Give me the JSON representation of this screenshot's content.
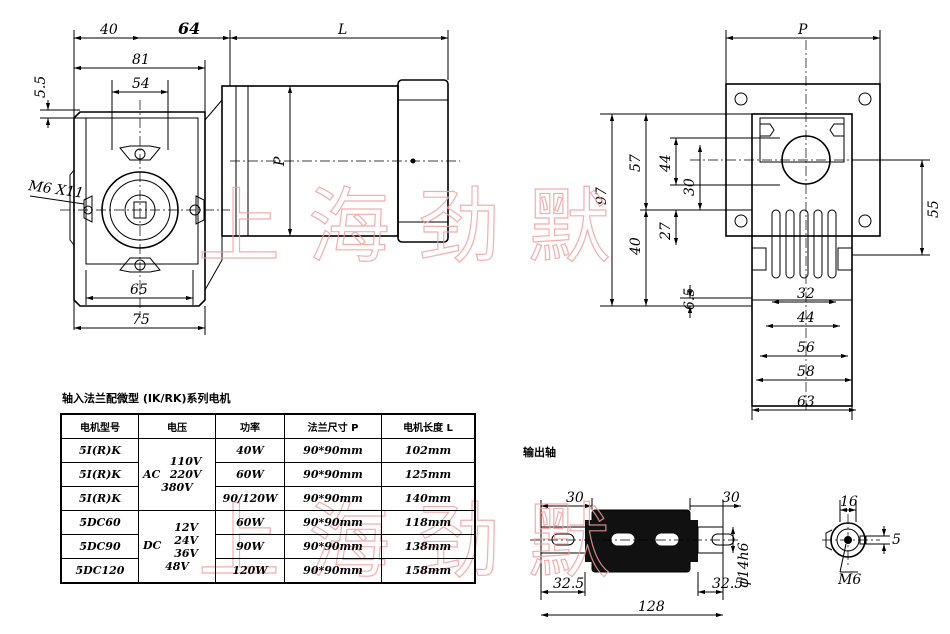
{
  "front_view": {
    "dim_40": "40",
    "dim_64": "64",
    "dim_L": "L",
    "dim_81": "81",
    "dim_54": "54",
    "dim_5_5": "5.5",
    "dim_P": "P",
    "thread_label": "M6 X11",
    "dim_65": "65",
    "dim_75": "75"
  },
  "side_view": {
    "dim_P": "P",
    "dim_97": "97",
    "dim_57": "57",
    "dim_44v": "44",
    "dim_30": "30",
    "dim_27": "27",
    "dim_40": "40",
    "dim_6_5": "6.5",
    "dim_55": "55",
    "dim_32": "32",
    "dim_44h": "44",
    "dim_56": "56",
    "dim_58": "58",
    "dim_63": "63"
  },
  "shaft_view": {
    "title": "输出轴",
    "dim_30_left": "30",
    "dim_30_right": "30",
    "dim_32_5_left": "32.5",
    "dim_32_5_right": "32.5",
    "dim_128": "128",
    "dim_16": "16",
    "dim_5": "5",
    "dim_phi": "φ14h6",
    "thread_label": "M6"
  },
  "watermark": {
    "text_top": "上海劲默",
    "text_bottom": "上海劲默"
  },
  "spec_table": {
    "title": "轴入法兰配微型 (IK/RK)系列电机",
    "headers": {
      "model": "电机型号",
      "voltage": "电压",
      "power": "功率",
      "flange": "法兰尺寸 P",
      "length": "电机长度 L"
    },
    "ac_rows": [
      {
        "model": "5I(R)K",
        "power": "40W",
        "flange": "90*90mm",
        "length": "102mm"
      },
      {
        "model": "5I(R)K",
        "power": "60W",
        "flange": "90*90mm",
        "length": "125mm"
      },
      {
        "model": "5I(R)K",
        "power": "90/120W",
        "flange": "90*90mm",
        "length": "140mm"
      }
    ],
    "ac_voltage": {
      "prefix": "AC",
      "v1": "110V",
      "v2": "220V",
      "v3": "380V"
    },
    "dc_rows": [
      {
        "model": "5DC60",
        "power": "60W",
        "flange": "90*90mm",
        "length": "118mm"
      },
      {
        "model": "5DC90",
        "power": "90W",
        "flange": "90*90mm",
        "length": "138mm"
      },
      {
        "model": "5DC120",
        "power": "120W",
        "flange": "90*90mm",
        "length": "158mm"
      }
    ],
    "dc_voltage": {
      "prefix": "DC",
      "v1": "12V",
      "v2": "24V",
      "v3": "36V",
      "v4": "48V"
    }
  }
}
